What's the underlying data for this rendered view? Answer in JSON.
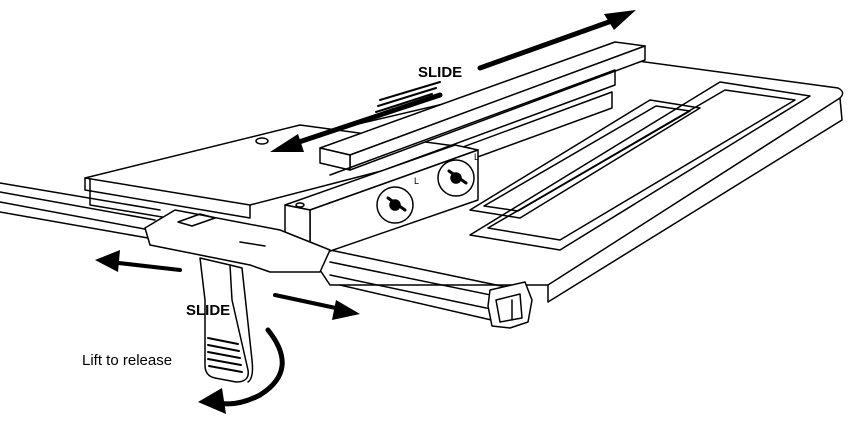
{
  "labels": {
    "slide_top": "SLIDE",
    "slide_bottom": "SLIDE",
    "lift_release": "Lift to release",
    "lock_left": "L",
    "lock_right": "L"
  },
  "colors": {
    "stroke": "#000000",
    "fill": "#ffffff",
    "arrow": "#000000"
  }
}
